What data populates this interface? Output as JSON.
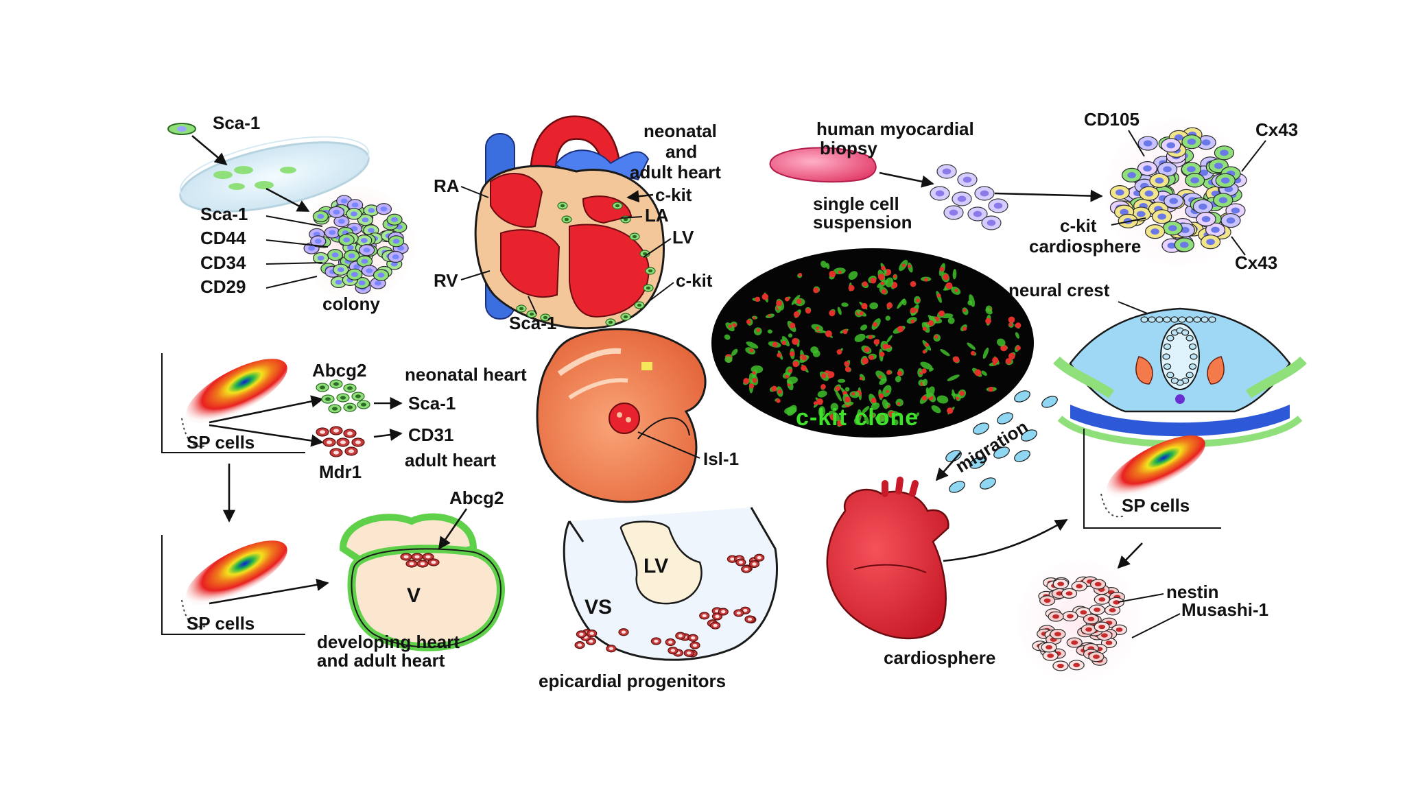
{
  "labels": {
    "sca1_top": "Sca-1",
    "sca1_mid": "Sca-1",
    "cd44": "CD44",
    "cd34": "CD34",
    "cd29": "CD29",
    "colony": "colony",
    "ra": "RA",
    "rv": "RV",
    "la": "LA",
    "lv_heart": "LV",
    "ckit_heart_top": "c-kit",
    "ckit_heart_bottom": "c-kit",
    "sca1_heart": "Sca-1",
    "neonatal_adult_line1": "neonatal",
    "neonatal_adult_line2": "and",
    "neonatal_adult_line3": "adult heart",
    "human_biopsy_line1": "human myocardial",
    "human_biopsy_line2": "biopsy",
    "single_cell_line1": "single cell",
    "single_cell_line2": "suspension",
    "cd105": "CD105",
    "cx43_top": "Cx43",
    "cx43_bottom": "Cx43",
    "ckit_sphere": "c-kit",
    "cardiosphere_top": "cardiosphere",
    "ckit_clone": "c-kit clone",
    "neural_crest": "neural crest",
    "migration": "migration",
    "abcg2_left": "Abcg2",
    "neonatal_heart": "neonatal heart",
    "sca1_sp": "Sca-1",
    "cd31": "CD31",
    "adult_heart": "adult heart",
    "mdr1": "Mdr1",
    "sp_cells_1": "SP cells",
    "sp_cells_2": "SP cells",
    "sp_cells_3": "SP cells",
    "isl1": "Isl-1",
    "abcg2_dev": "Abcg2",
    "v_label": "V",
    "developing_line1": "developing heart",
    "developing_line2": "and adult heart",
    "lv_epi": "LV",
    "vs": "VS",
    "epicardial": "epicardial progenitors",
    "nestin": "nestin",
    "musashi": "Musashi-1",
    "cardiosphere_bottom": "cardiosphere"
  },
  "colors": {
    "heart_red": "#e8232e",
    "vessel_blue": "#3b6fe0",
    "cell_green": "#7fd86a",
    "embryo_orange": "#f28a5c",
    "clone_bg": "#050505",
    "clone_text": "#3fe22a"
  }
}
